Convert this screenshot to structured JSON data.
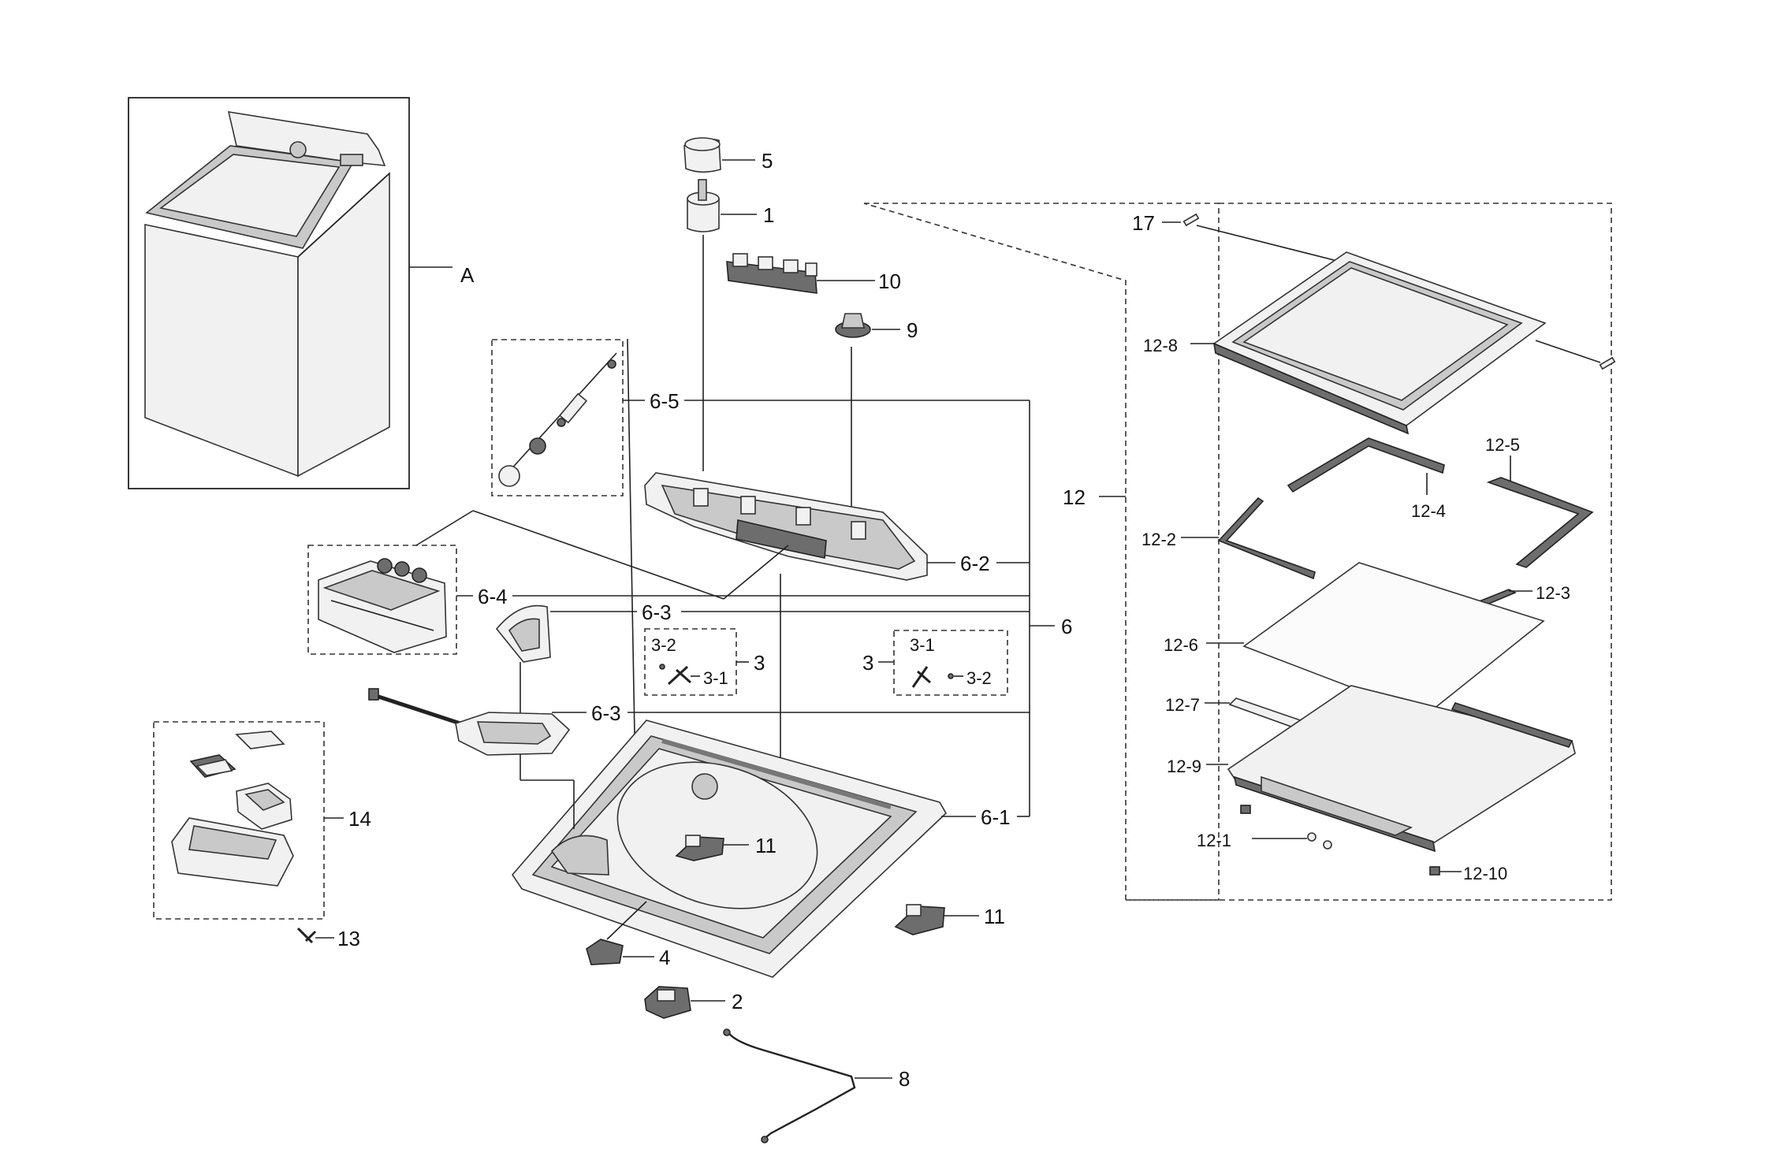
{
  "labels": {
    "A": "A",
    "p1": "1",
    "p2": "2",
    "p3a": "3",
    "p3b": "3",
    "p3_1a": "3-1",
    "p3_1b": "3-1",
    "p3_2a": "3-2",
    "p3_2b": "3-2",
    "p4": "4",
    "p5": "5",
    "p6": "6",
    "p6_1": "6-1",
    "p6_2": "6-2",
    "p6_3a": "6-3",
    "p6_3b": "6-3",
    "p6_4": "6-4",
    "p6_5": "6-5",
    "p8": "8",
    "p9": "9",
    "p10": "10",
    "p11a": "11",
    "p11b": "11",
    "p12": "12",
    "p12_1": "12-1",
    "p12_2": "12-2",
    "p12_3": "12-3",
    "p12_4": "12-4",
    "p12_5": "12-5",
    "p12_6": "12-6",
    "p12_7": "12-7",
    "p12_8": "12-8",
    "p12_9": "12-9",
    "p12_10": "12-10",
    "p13": "13",
    "p14": "14",
    "p17": "17"
  }
}
